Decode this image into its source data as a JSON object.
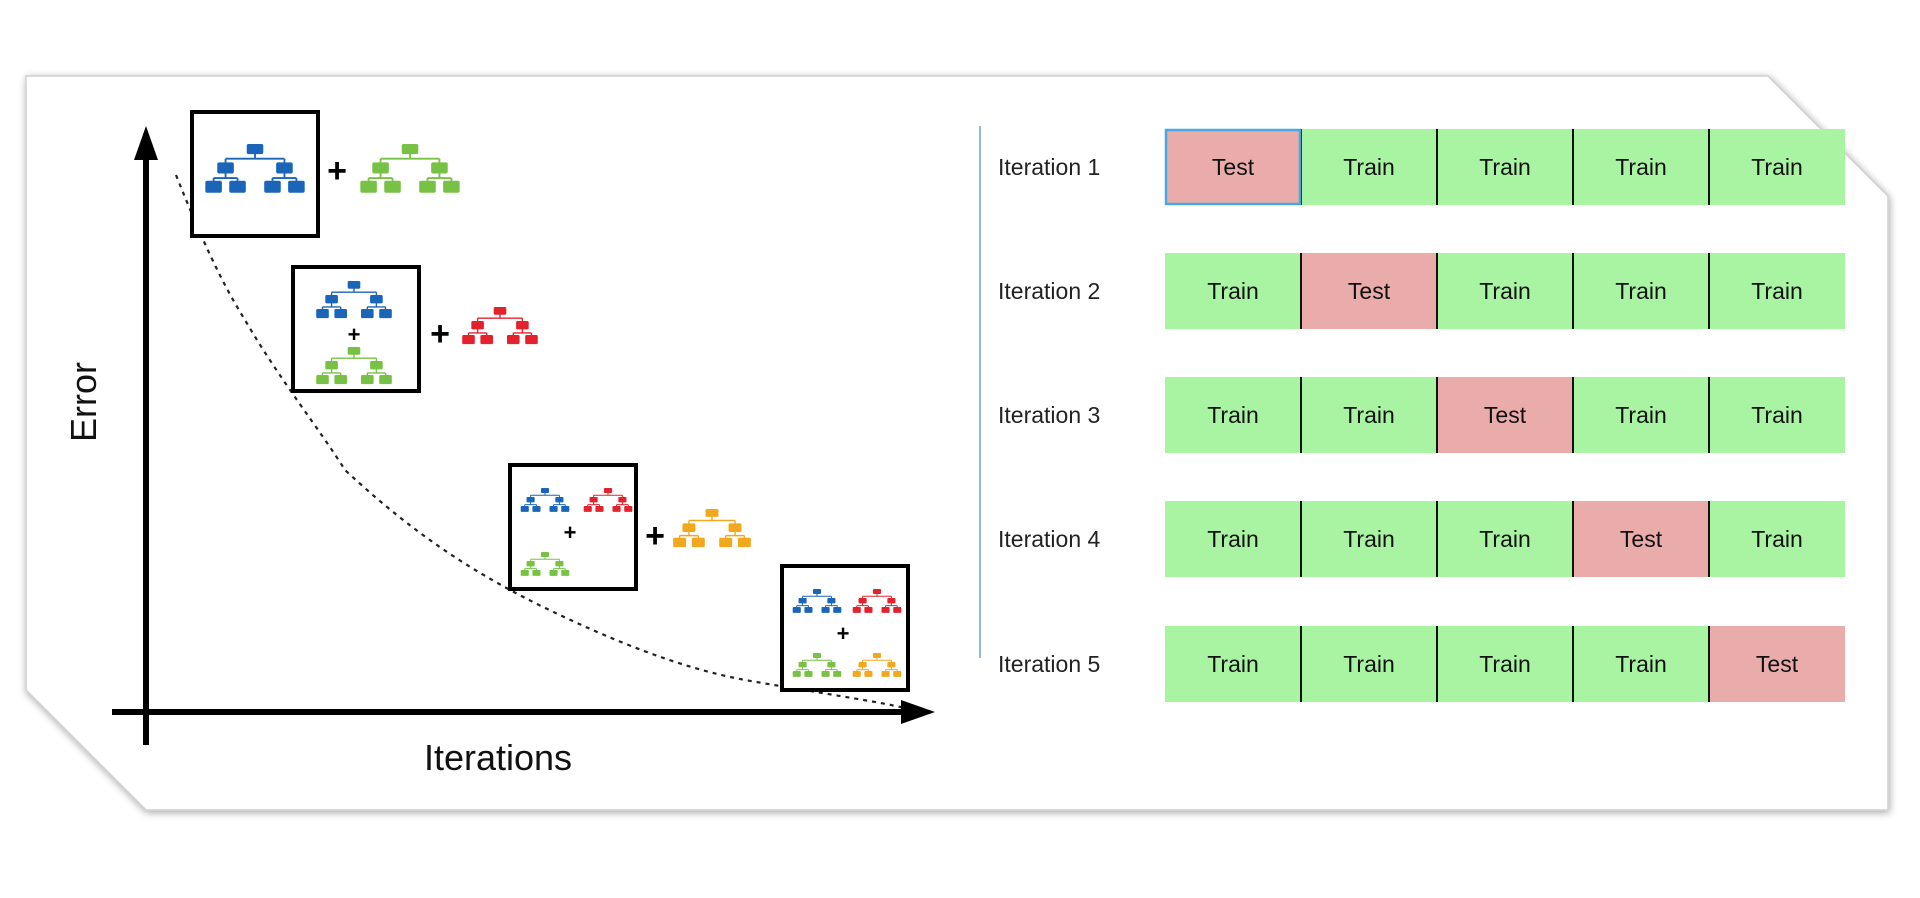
{
  "chart": {
    "x_axis_label": "Iterations",
    "y_axis_label": "Error"
  },
  "boosting_stages": [
    {
      "boxed_trees": [
        "blue"
      ],
      "added_tree": "green"
    },
    {
      "boxed_trees": [
        "blue",
        "green"
      ],
      "added_tree": "red"
    },
    {
      "boxed_trees": [
        "blue",
        "red",
        "green"
      ],
      "added_tree": "orange"
    },
    {
      "boxed_trees": [
        "blue",
        "red",
        "green",
        "orange"
      ],
      "added_tree": null
    }
  ],
  "tree_colors": {
    "blue": "#1a65b8",
    "green": "#77c244",
    "red": "#e2232e",
    "orange": "#f2a81d"
  },
  "plus_symbol": "+",
  "cv_grid": {
    "test_label": "Test",
    "train_label": "Train",
    "train_color": "#a8f4a2",
    "test_color": "#eaabab",
    "iterations": [
      {
        "label": "Iteration 1",
        "test_fold": 1
      },
      {
        "label": "Iteration 2",
        "test_fold": 2
      },
      {
        "label": "Iteration 3",
        "test_fold": 3
      },
      {
        "label": "Iteration 4",
        "test_fold": 4
      },
      {
        "label": "Iteration 5",
        "test_fold": 5
      }
    ]
  }
}
